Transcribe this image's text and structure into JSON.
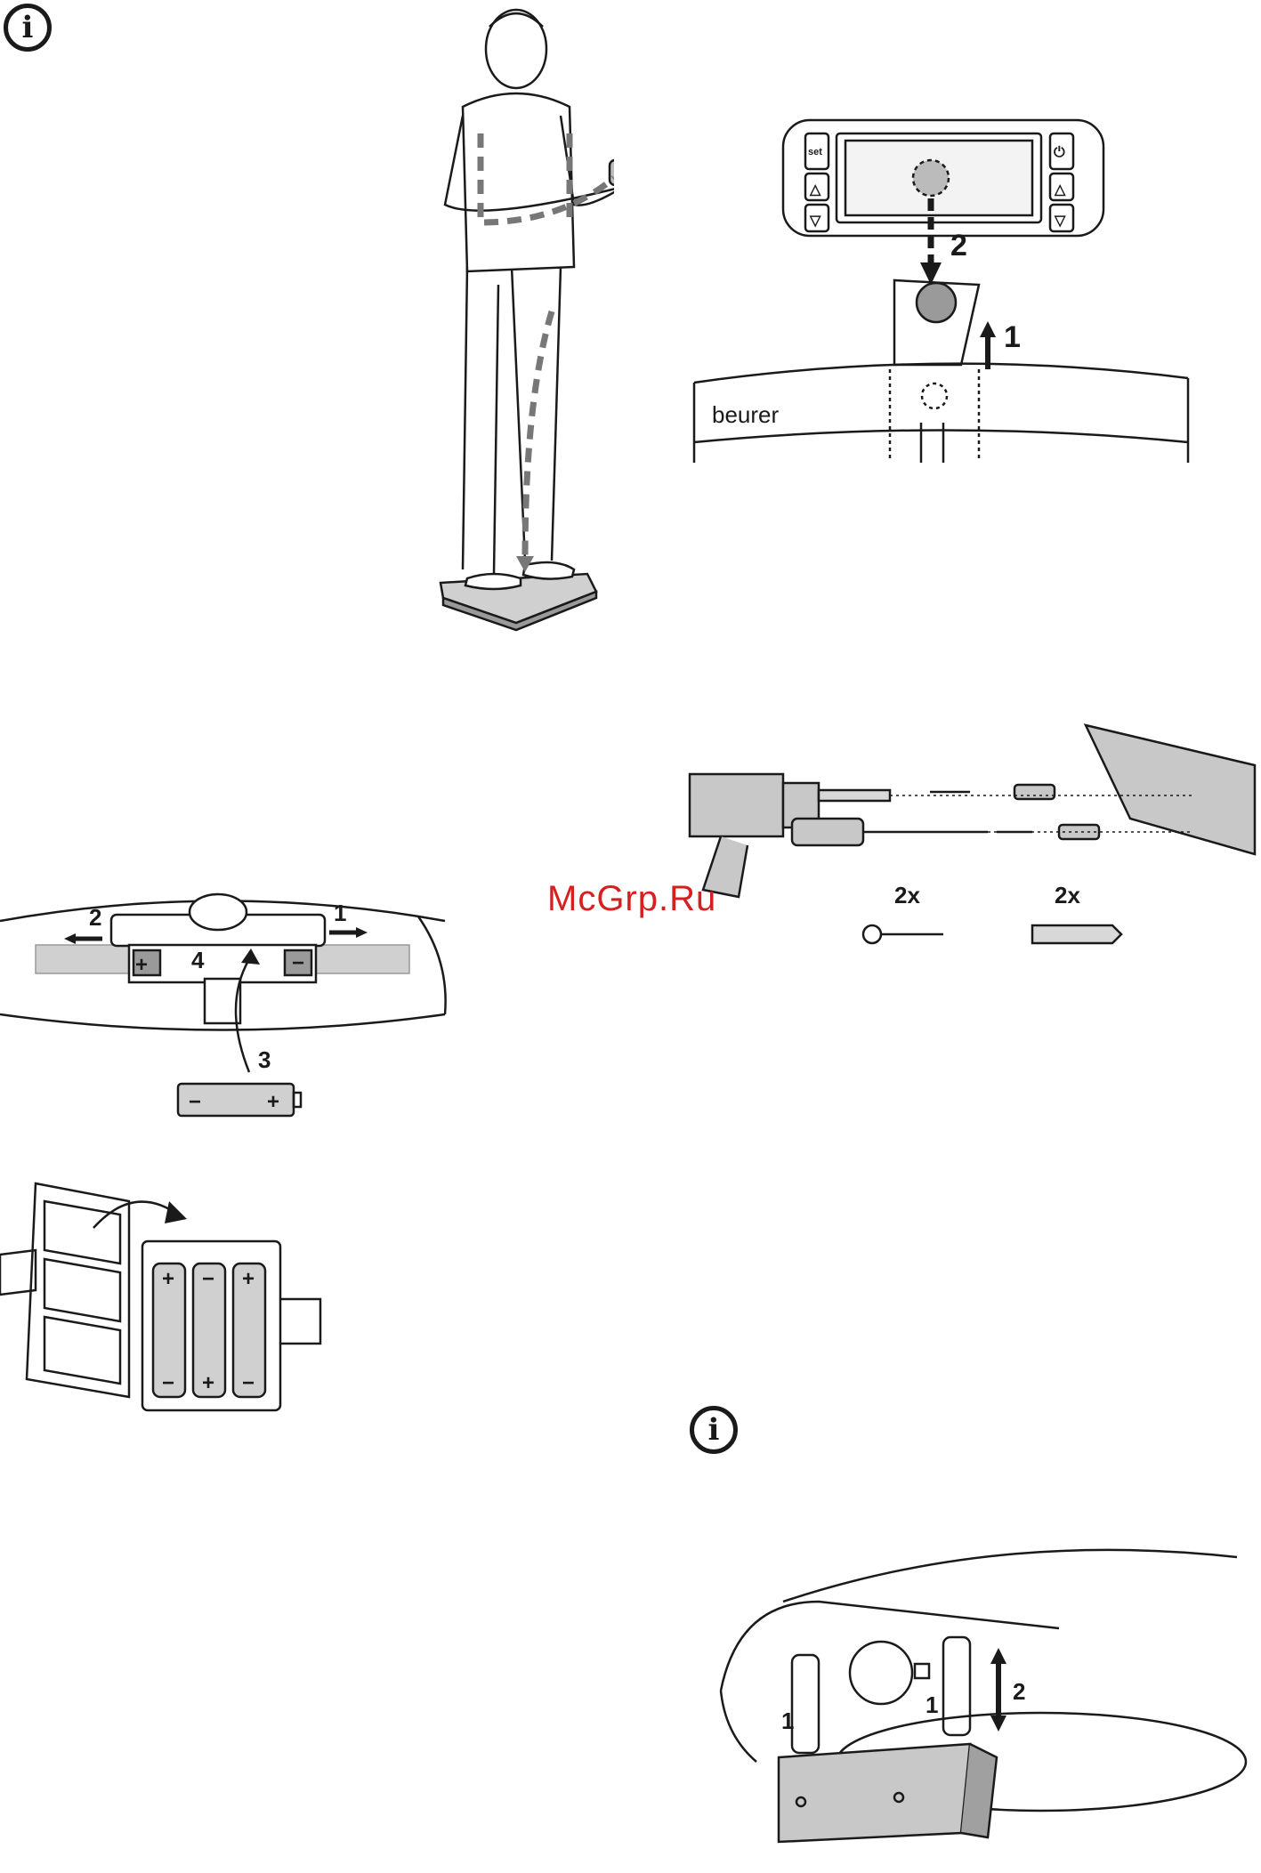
{
  "info_icon_glyph": "i",
  "watermark": "McGrp.Ru",
  "display_unit": {
    "brand": "beurer",
    "set_label": "set",
    "power_glyph": "⏻",
    "up_glyph": "△",
    "down_glyph": "▽",
    "step_2": "2",
    "step_1": "1"
  },
  "battery_strip": {
    "step_1": "1",
    "step_2": "2",
    "step_3": "3",
    "step_4": "4",
    "plus": "+",
    "minus": "−"
  },
  "battery_box": {
    "plus": "+",
    "minus": "−"
  },
  "wall_mount": {
    "screw_count": "2x",
    "dowel_count": "2x"
  },
  "bracket_attach": {
    "step_1_left": "1",
    "step_1_right": "1",
    "step_2": "2"
  },
  "colors": {
    "line": "#1a1a1a",
    "fill_gray": "#c8c8c8",
    "dark_gray": "#8a8a8a",
    "watermark": "#d62020"
  }
}
